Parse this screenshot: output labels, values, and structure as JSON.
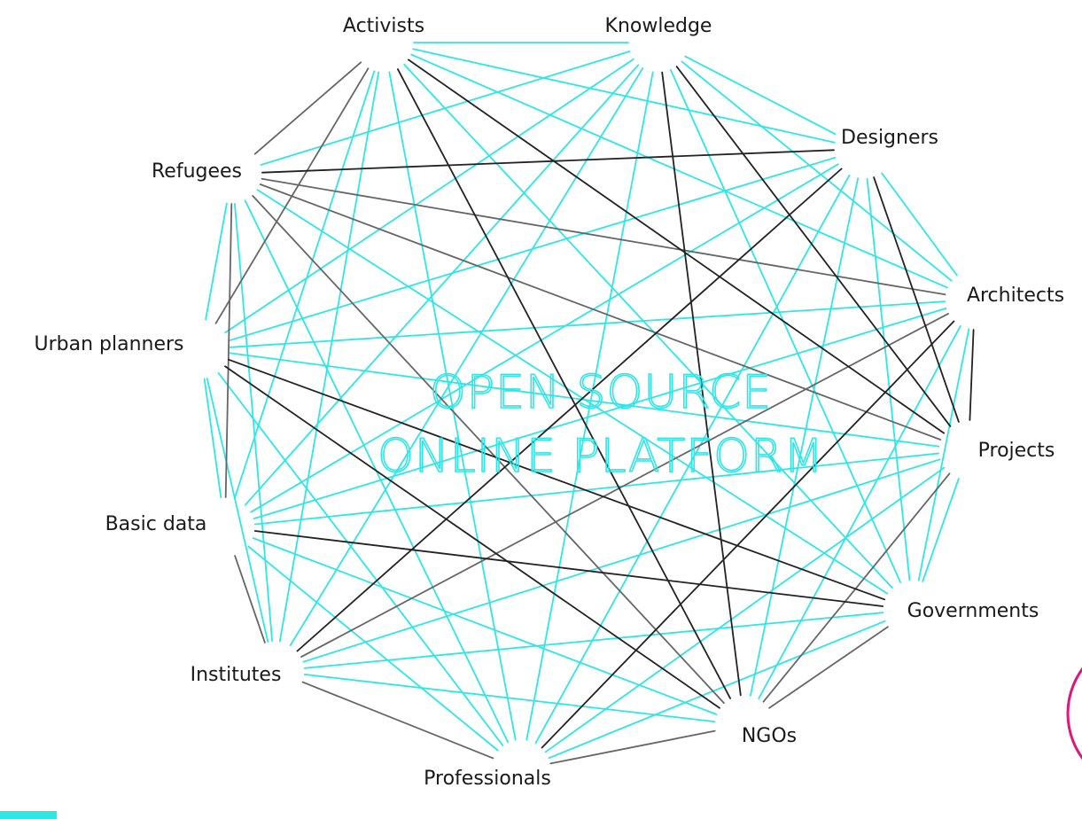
{
  "diagram": {
    "nodes": [
      "Activists",
      "Knowledge",
      "Designers",
      "Refugees",
      "Architects",
      "Urban planners",
      "Projects",
      "Basic data",
      "Governments",
      "Institutes",
      "NGOs",
      "Professionals"
    ],
    "center_text": {
      "line1": "OPEN SOURCE",
      "line2": "ONLINE PLATFORM"
    },
    "colors": {
      "cyan_edge": "#2ee6e6",
      "dark_edge": "#222222",
      "grey_edge": "#666666",
      "center_text": "#2ee6e6",
      "accent_circle": "#e0157a"
    },
    "dark_edges": [
      [
        "Activists",
        "Projects"
      ],
      [
        "Activists",
        "NGOs"
      ],
      [
        "Knowledge",
        "Projects"
      ],
      [
        "Knowledge",
        "NGOs"
      ],
      [
        "Designers",
        "Refugees"
      ],
      [
        "Designers",
        "Institutes"
      ],
      [
        "Designers",
        "Projects"
      ],
      [
        "Architects",
        "Professionals"
      ],
      [
        "Architects",
        "Projects"
      ],
      [
        "Urban planners",
        "Governments"
      ],
      [
        "Urban planners",
        "NGOs"
      ],
      [
        "Basic data",
        "Governments"
      ]
    ],
    "grey_edges": [
      [
        "Activists",
        "Refugees"
      ],
      [
        "Activists",
        "Urban planners"
      ],
      [
        "Refugees",
        "Architects"
      ],
      [
        "Refugees",
        "Projects"
      ],
      [
        "Refugees",
        "NGOs"
      ],
      [
        "Refugees",
        "Basic data"
      ],
      [
        "Institutes",
        "Architects"
      ],
      [
        "Institutes",
        "Basic data"
      ],
      [
        "Institutes",
        "Professionals"
      ],
      [
        "Professionals",
        "NGOs"
      ],
      [
        "Governments",
        "NGOs"
      ],
      [
        "Projects",
        "NGOs"
      ]
    ]
  }
}
